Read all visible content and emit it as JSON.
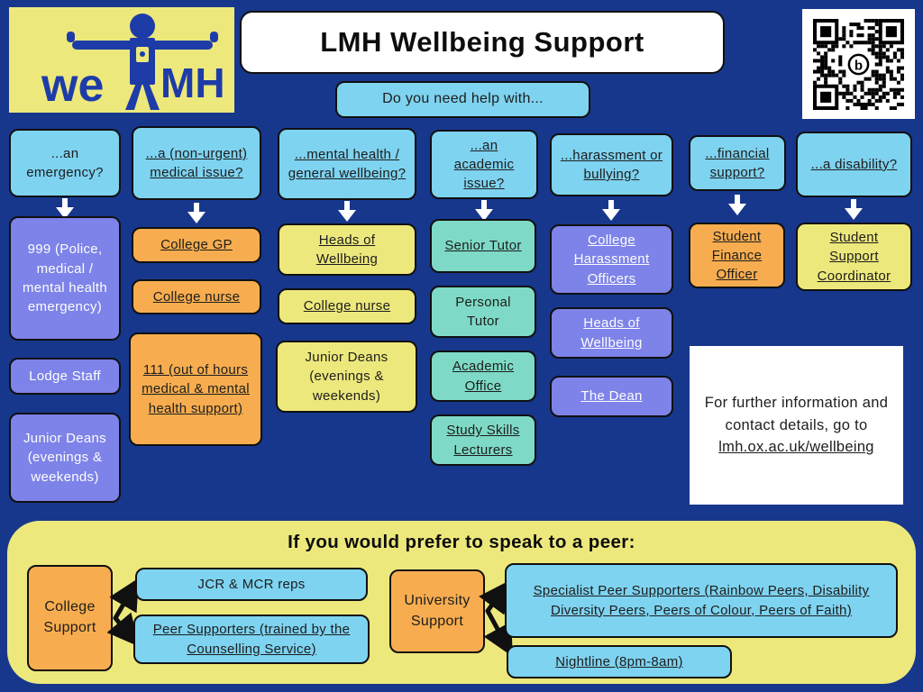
{
  "logo": {
    "we": "we",
    "mh": "MH"
  },
  "title": "LMH Wellbeing Support",
  "prompt": "Do you need help with...",
  "icons": {
    "qr_code": "qr-code",
    "bitly_b": "b",
    "down_arrow": "down-arrow",
    "fork_arrow": "fork-arrow",
    "figure": "stick-figure"
  },
  "columns": [
    {
      "header": "...an emergency?",
      "items": [
        "999 (Police, medical / mental health emergency)",
        "Lodge Staff",
        "Junior Deans (evenings & weekends)"
      ]
    },
    {
      "header": "...a (non-urgent) medical issue?",
      "items": [
        "College GP",
        "College nurse",
        "111  (out of hours medical & mental health support)"
      ]
    },
    {
      "header": "...mental health / general wellbeing?",
      "items": [
        "Heads of Wellbeing",
        "College nurse",
        "Junior Deans (evenings & weekends)"
      ]
    },
    {
      "header": "...an academic issue?",
      "items": [
        "Senior Tutor",
        "Personal Tutor",
        "Academic Office",
        "Study Skills Lecturers"
      ]
    },
    {
      "header": "...harassment or bullying?",
      "items": [
        "College Harassment Officers",
        "Heads of Wellbeing",
        "The Dean"
      ]
    },
    {
      "header": "...financial support?",
      "items": [
        "Student Finance Officer"
      ]
    },
    {
      "header": "...a disability?",
      "items": [
        "Student Support Coordinator"
      ]
    }
  ],
  "info_box": {
    "text": "For further information and contact details, go to",
    "link": "lmh.ox.ac.uk/wellbeing"
  },
  "peer_section": {
    "title": "If you would prefer to speak to a peer:",
    "college_label": "College Support",
    "college_items": [
      "JCR & MCR reps",
      "Peer Supporters (trained by the Counselling Service)"
    ],
    "university_label": "University Support",
    "university_items": [
      "Specialist Peer Supporters (Rainbow Peers, Disability Diversity Peers, Peers of Colour, Peers of Faith)",
      "Nightline (8pm-8am)"
    ]
  },
  "colors": {
    "background": "#17378c",
    "light_blue": "#7ed3f0",
    "purple": "#7d83e8",
    "orange": "#f7ad4f",
    "yellow": "#ede87c",
    "teal": "#7edac6",
    "logo_blue": "#1e3ca8",
    "white": "#ffffff",
    "black": "#101010"
  }
}
